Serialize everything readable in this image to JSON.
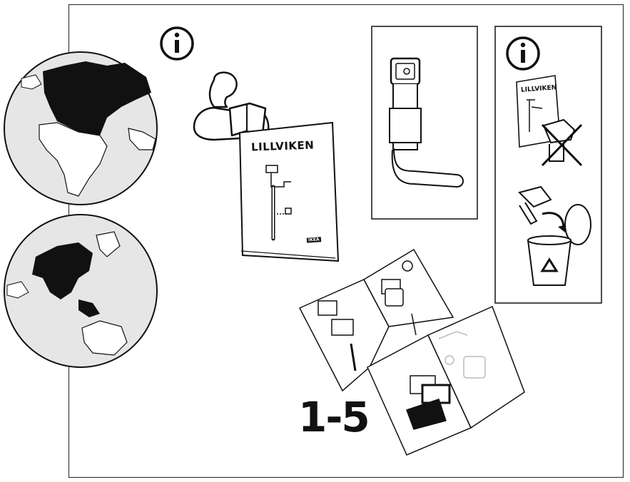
{
  "manual": {
    "product_name": "LILLVIKEN",
    "product_name_small": "LILLVIKEN",
    "brand": "IKEA",
    "step_range": "1-5"
  },
  "icons": {
    "info_main": "info-circle-icon",
    "info_side": "info-circle-icon",
    "recycle": "recycle-icon"
  },
  "colors": {
    "ink": "#111111",
    "globe_fill": "#e6e6e6",
    "frame": "#222222"
  }
}
